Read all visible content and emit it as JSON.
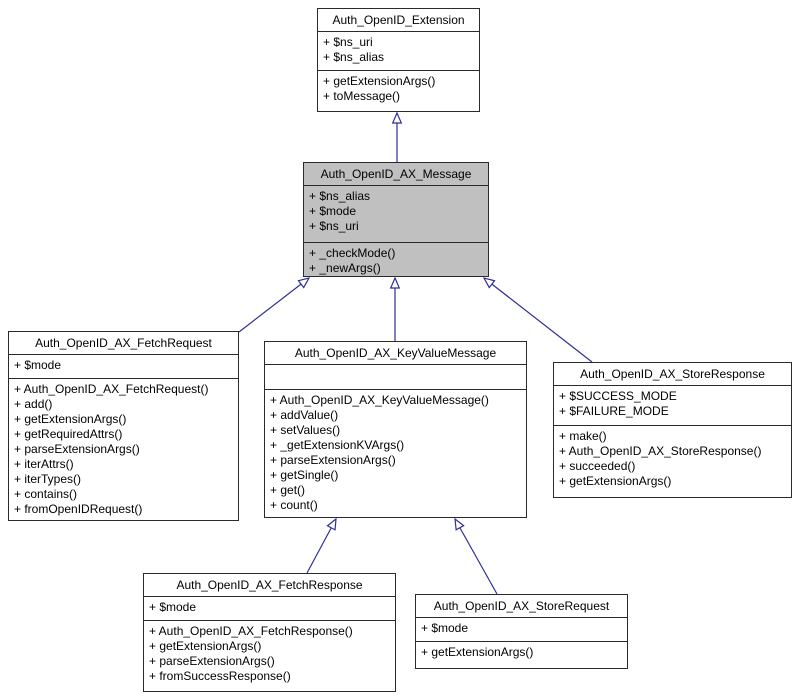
{
  "diagram_type": "uml-class-inheritance-diagram",
  "colors": {
    "highlight_fill": "#c0c0c0",
    "box_fill": "#ffffff",
    "border": "#2a2a2a",
    "arrow": "#2e2e9a",
    "text": "#000000"
  },
  "classes": [
    {
      "name": "Auth_OpenID_Extension",
      "highlighted": false,
      "attributes": [
        "+ $ns_uri",
        "+ $ns_alias"
      ],
      "methods": [
        "+ getExtensionArgs()",
        "+ toMessage()"
      ]
    },
    {
      "name": "Auth_OpenID_AX_Message",
      "highlighted": true,
      "attributes": [
        "+ $ns_alias",
        "+ $mode",
        "+ $ns_uri"
      ],
      "methods": [
        "+ _checkMode()",
        "+ _newArgs()"
      ]
    },
    {
      "name": "Auth_OpenID_AX_FetchRequest",
      "highlighted": false,
      "attributes": [
        "+ $mode"
      ],
      "methods": [
        "+ Auth_OpenID_AX_FetchRequest()",
        "+ add()",
        "+ getExtensionArgs()",
        "+ getRequiredAttrs()",
        "+ parseExtensionArgs()",
        "+ iterAttrs()",
        "+ iterTypes()",
        "+ contains()",
        "+ fromOpenIDRequest()"
      ]
    },
    {
      "name": "Auth_OpenID_AX_KeyValueMessage",
      "highlighted": false,
      "attributes": [],
      "methods": [
        "+ Auth_OpenID_AX_KeyValueMessage()",
        "+ addValue()",
        "+ setValues()",
        "+ _getExtensionKVArgs()",
        "+ parseExtensionArgs()",
        "+ getSingle()",
        "+ get()",
        "+ count()"
      ]
    },
    {
      "name": "Auth_OpenID_AX_StoreResponse",
      "highlighted": false,
      "attributes": [
        "+ $SUCCESS_MODE",
        "+ $FAILURE_MODE"
      ],
      "methods": [
        "+ make()",
        "+ Auth_OpenID_AX_StoreResponse()",
        "+ succeeded()",
        "+ getExtensionArgs()"
      ]
    },
    {
      "name": "Auth_OpenID_AX_FetchResponse",
      "highlighted": false,
      "attributes": [
        "+ $mode"
      ],
      "methods": [
        "+ Auth_OpenID_AX_FetchResponse()",
        "+ getExtensionArgs()",
        "+ parseExtensionArgs()",
        "+ fromSuccessResponse()"
      ]
    },
    {
      "name": "Auth_OpenID_AX_StoreRequest",
      "highlighted": false,
      "attributes": [
        "+ $mode"
      ],
      "methods": [
        "+ getExtensionArgs()"
      ]
    }
  ],
  "relationships": [
    {
      "child": "Auth_OpenID_AX_Message",
      "parent": "Auth_OpenID_Extension",
      "type": "inheritance"
    },
    {
      "child": "Auth_OpenID_AX_FetchRequest",
      "parent": "Auth_OpenID_AX_Message",
      "type": "inheritance"
    },
    {
      "child": "Auth_OpenID_AX_KeyValueMessage",
      "parent": "Auth_OpenID_AX_Message",
      "type": "inheritance"
    },
    {
      "child": "Auth_OpenID_AX_StoreResponse",
      "parent": "Auth_OpenID_AX_Message",
      "type": "inheritance"
    },
    {
      "child": "Auth_OpenID_AX_FetchResponse",
      "parent": "Auth_OpenID_AX_KeyValueMessage",
      "type": "inheritance"
    },
    {
      "child": "Auth_OpenID_AX_StoreRequest",
      "parent": "Auth_OpenID_AX_KeyValueMessage",
      "type": "inheritance"
    }
  ]
}
